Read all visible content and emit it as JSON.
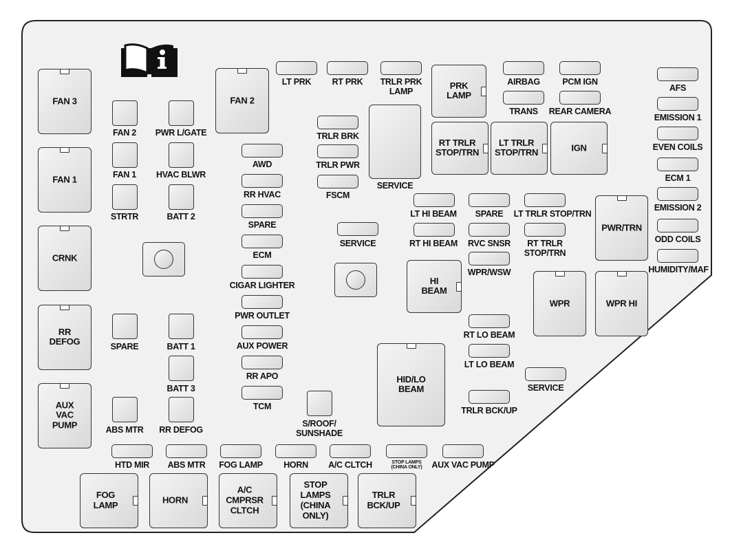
{
  "icon": "owner-manual-info-icon",
  "labels": {
    "fan3": "FAN 3",
    "fan1_relay": "FAN 1",
    "crnk": "CRNK",
    "rr_defog_relay": "RR\nDEFOG",
    "aux_vac_pump_relay": "AUX\nVAC\nPUMP",
    "fan2_relay": "FAN 2",
    "fan2": "FAN 2",
    "pwr_lgate": "PWR L/GATE",
    "fan1": "FAN 1",
    "hvac_blwr": "HVAC BLWR",
    "strtr": "STRTR",
    "batt2": "BATT 2",
    "spare_left": "SPARE",
    "batt1": "BATT 1",
    "batt3": "BATT 3",
    "abs_mtr": "ABS MTR",
    "rr_defog": "RR DEFOG",
    "awd": "AWD",
    "rr_hvac": "RR HVAC",
    "spare_mid": "SPARE",
    "ecm": "ECM",
    "cigar_lighter": "CIGAR LIGHTER",
    "pwr_outlet": "PWR OUTLET",
    "aux_power": "AUX POWER",
    "rr_apo": "RR APO",
    "tcm": "TCM",
    "s_roof": "S/ROOF/\nSUNSHADE",
    "lt_prk": "LT PRK",
    "rt_prk": "RT PRK",
    "trlr_prk_lamp": "TRLR PRK\nLAMP",
    "trlr_brk": "TRLR BRK",
    "trlr_pwr": "TRLR PWR",
    "fscm": "FSCM",
    "service_big": "SERVICE",
    "service_mid": "SERVICE",
    "prk_lamp": "PRK\nLAMP",
    "airbag": "AIRBAG",
    "pcm_ign": "PCM IGN",
    "trans": "TRANS",
    "rear_camera": "REAR CAMERA",
    "rt_trlr_stop_trn_relay": "RT TRLR\nSTOP/TRN",
    "lt_trlr_stop_trn_relay": "LT TRLR\nSTOP/TRN",
    "ign": "IGN",
    "lt_hi_beam": "LT HI BEAM",
    "spare_right": "SPARE",
    "lt_trlr_stop_trn": "LT TRLR STOP/TRN",
    "rt_hi_beam": "RT HI BEAM",
    "rvc_snsr": "RVC SNSR",
    "rt_trlr_stop_trn": "RT TRLR\nSTOP/TRN",
    "wpr_wsw": "WPR/WSW",
    "hi_beam": "HI\nBEAM",
    "pwr_trn": "PWR/TRN",
    "wpr": "WPR",
    "wpr_hi": "WPR HI",
    "rt_lo_beam": "RT LO BEAM",
    "lt_lo_beam": "LT LO BEAM",
    "hid_lo_beam": "HID/LO\nBEAM",
    "service_right": "SERVICE",
    "trlr_bck_up": "TRLR BCK/UP",
    "afs": "AFS",
    "emission1": "EMISSION 1",
    "even_coils": "EVEN COILS",
    "ecm1": "ECM 1",
    "emission2": "EMISSION 2",
    "odd_coils": "ODD COILS",
    "humidity_maf": "HUMIDITY/MAF",
    "htd_mir": "HTD MIR",
    "abs_mtr_bottom": "ABS MTR",
    "fog_lamp": "FOG LAMP",
    "horn": "HORN",
    "ac_cltch": "A/C CLTCH",
    "stop_lamps_china": "STOP LAMPS\n(CHINA ONLY)",
    "aux_vac_pump": "AUX VAC PUMP",
    "fog_lamp_relay": "FOG\nLAMP",
    "horn_relay": "HORN",
    "ac_cmprsr_cltch": "A/C\nCMPRSR\nCLTCH",
    "stop_lamps_relay": "STOP\nLAMPS\n(CHINA\nONLY)",
    "trlr_bck_up_relay": "TRLR\nBCK/UP"
  }
}
